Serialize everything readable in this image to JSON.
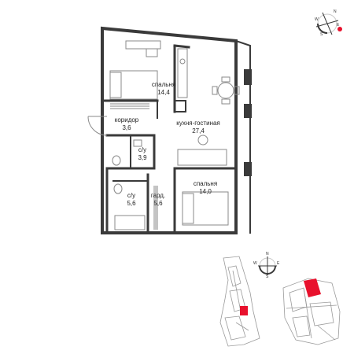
{
  "rooms": [
    {
      "id": "bedroom1",
      "name": "спальня",
      "area": "14,4"
    },
    {
      "id": "corridor",
      "name": "коридор",
      "area": "3,6"
    },
    {
      "id": "kitchen-living",
      "name": "кухня-гостиная",
      "area": "27,4"
    },
    {
      "id": "bathroom1",
      "name": "с/у",
      "area": "3,9"
    },
    {
      "id": "bathroom2",
      "name": "с/у",
      "area": "5,6"
    },
    {
      "id": "wardrobe",
      "name": "гард.",
      "area": "5,6"
    },
    {
      "id": "bedroom2",
      "name": "спальня",
      "area": "14,0"
    }
  ],
  "compass_top": {
    "north": "N",
    "east": "E",
    "west": "W",
    "south": "S"
  },
  "compass_bottom": {
    "north": "N",
    "east": "E",
    "west": "W",
    "south": "S"
  },
  "colors": {
    "wall": "#3a3a3a",
    "furniture": "#8a8a8a",
    "highlight": "#e8112d",
    "site_lines": "#9a9a9a"
  }
}
